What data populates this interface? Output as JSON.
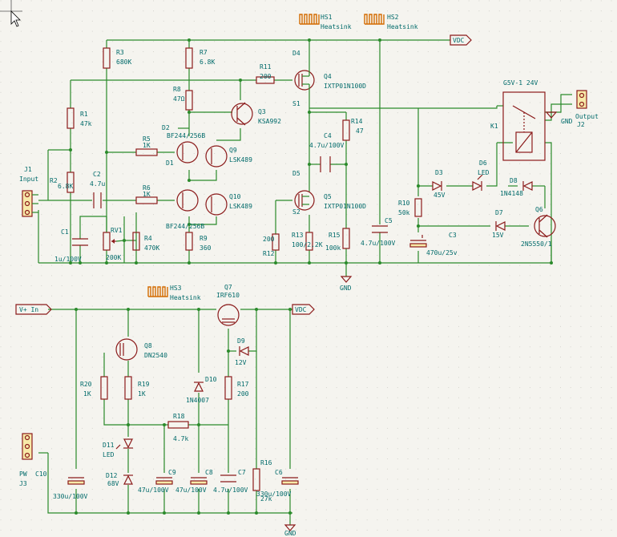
{
  "colors": {
    "wire": "#2a8a2a",
    "body": "#8b1a1a",
    "text": "#006a6a",
    "fill": "#f7e9a8",
    "background": "#f5f4ef",
    "heatsink": "#d36b00"
  },
  "labels": {
    "hs1": "HS1",
    "hs1v": "Heatsink",
    "hs2": "HS2",
    "hs2v": "Heatsink",
    "hs3": "HS3",
    "hs3v": "Heatsink",
    "vdc_top": "VDC",
    "vdc_bot": "VDC",
    "vplus_in": "V+ In",
    "gnd1": "GND",
    "gnd2": "GND",
    "gnd3": "GND",
    "j1": "J1",
    "j1v": "Input",
    "j2": "J2",
    "j2v": "Output",
    "j3": "J3",
    "j3v": "PW",
    "k1": "K1",
    "k1v": "G5V-1 24V",
    "r1": "R1",
    "r1v": "47k",
    "r2": "R2",
    "r2v": "6.8K",
    "r3": "R3",
    "r3v": "680K",
    "r4": "R4",
    "r4v": "470K",
    "r5": "R5",
    "r5v": "1K",
    "r6": "R6",
    "r6v": "1K",
    "r7": "R7",
    "r7v": "6.8K",
    "r8": "R8",
    "r8v": "47Ω",
    "r9": "R9",
    "r9v": "360",
    "r10": "R10",
    "r10v": "50k",
    "r11": "R11",
    "r11v": "200",
    "r12": "R12",
    "r12v": "200",
    "r13": "R13",
    "r13v": "100/2.2K",
    "r14": "R14",
    "r14v": "47",
    "r15": "R15",
    "r15v": "100k",
    "r16": "R16",
    "r16v": "27k",
    "r17": "R17",
    "r17v": "200",
    "r18": "R18",
    "r18v": "4.7k",
    "r19": "R19",
    "r19v": "1K",
    "r20": "R20",
    "r20v": "1K",
    "rv1": "RV1",
    "rv1v": "200K",
    "c1": "C1",
    "c1v": "1u/100V",
    "c2": "C2",
    "c2v": "4.7u",
    "c3": "C3",
    "c3v": "470u/25v",
    "c4": "C4",
    "c4v": "4.7u/100V",
    "c5": "C5",
    "c5v": "4.7u/100V",
    "c6": "C6",
    "c6v": "330u/100V",
    "c7": "C7",
    "c7v": "4.7u/100V",
    "c8": "C8",
    "c8v": "47u/100V",
    "c9": "C9",
    "c9v": "47u/100V",
    "c10": "C10",
    "c10v": "330u/100V",
    "d1": "D1",
    "d2": "D2",
    "d12v": "BF244/256B",
    "d12v2": "BF244/256B",
    "d3": "D3",
    "d3v": "45V",
    "d4": "D4",
    "d5": "D5",
    "d6": "D6",
    "d6v": "LED",
    "d7": "D7",
    "d7v": "15V",
    "d8": "D8",
    "d8v": "1N4148",
    "d9": "D9",
    "d9v": "12V",
    "d10": "D10",
    "d10v": "1N4007",
    "d11": "D11",
    "d11v": "LED",
    "d12": "D12",
    "d12v3": "68V",
    "q3": "Q3",
    "q3v": "KSA992",
    "q4": "Q4",
    "q4v": "IXTP01N100D",
    "q5": "Q5",
    "q5v": "IXTP01N100D",
    "q6": "Q6",
    "q6v": "2N5550/1",
    "q7": "Q7",
    "q7v": "IRF610",
    "q8": "Q8",
    "q8v": "DN2540",
    "q9": "Q9",
    "q9v": "LSK489",
    "q10": "Q10",
    "q10v": "LSK489",
    "s1": "S1",
    "s2": "S2"
  }
}
